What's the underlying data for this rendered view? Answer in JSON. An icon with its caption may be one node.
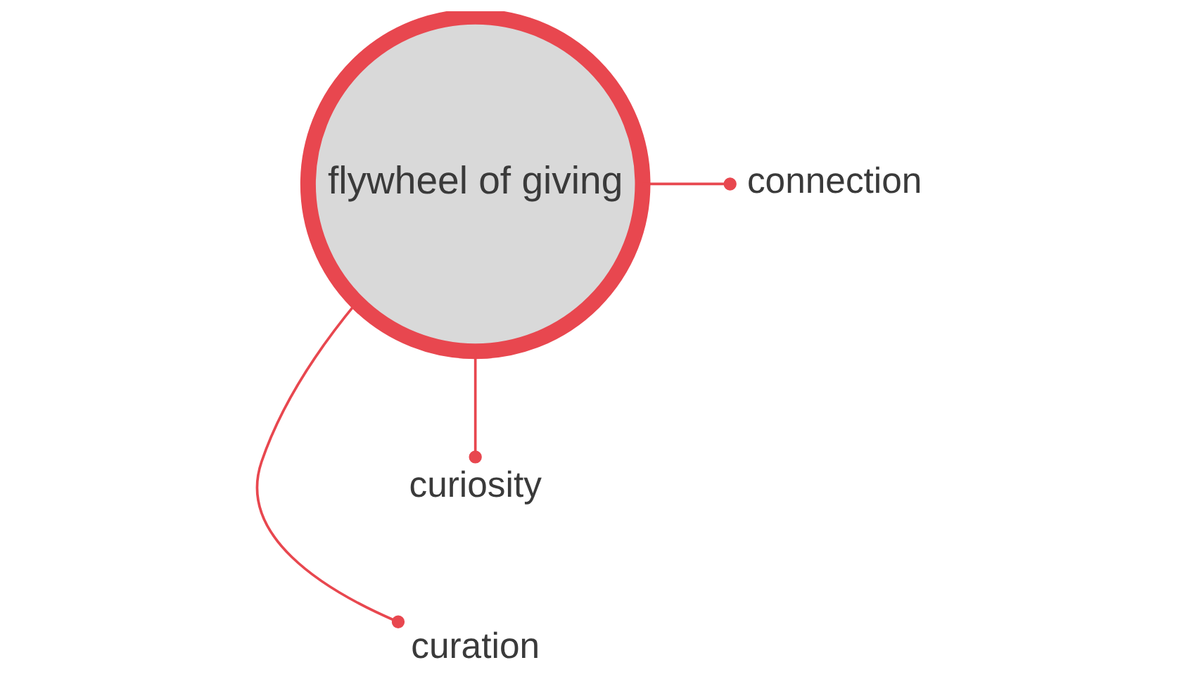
{
  "diagram": {
    "nodes": [
      {
        "text": [
          "flywheel of giving"
        ]
      },
      {
        "text": [
          "curation"
        ]
      },
      {
        "text": [
          "curiosity"
        ]
      },
      {
        "text": [
          "connection"
        ]
      }
    ],
    "edges": [
      {
        "from": 0,
        "to": 1,
        "arrow": "other",
        "color": "#e8474f"
      },
      {
        "from": 0,
        "to": 2,
        "arrow": "other",
        "color": "#e8474f"
      },
      {
        "from": 0,
        "to": 3,
        "arrow": "other",
        "color": "#e8474f"
      }
    ]
  }
}
